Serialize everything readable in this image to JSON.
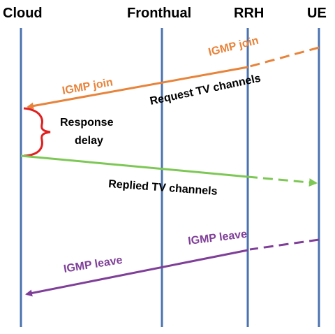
{
  "diagram": {
    "nodes": [
      {
        "id": "cloud",
        "label": "Cloud"
      },
      {
        "id": "fronthual",
        "label": "Fronthual"
      },
      {
        "id": "rrh",
        "label": "RRH"
      },
      {
        "id": "ue",
        "label": "UE"
      }
    ],
    "messages": [
      {
        "id": "igmp-join-ue-rrh",
        "label": "IGMP join",
        "from": "ue",
        "to": "rrh",
        "style": "dashed",
        "color": "#E8833A"
      },
      {
        "id": "igmp-join-rrh-cloud",
        "label": "IGMP join",
        "from": "rrh",
        "to": "cloud",
        "style": "solid",
        "color": "#E8833A"
      },
      {
        "id": "request-tv",
        "label": "Request TV channels",
        "color": "#000000"
      },
      {
        "id": "replied-tv",
        "label": "Replied TV channels",
        "from": "cloud",
        "to": "ue",
        "style": "solid-then-dashed",
        "color": "#7DC855"
      },
      {
        "id": "igmp-leave-ue-rrh",
        "label": "IGMP leave",
        "from": "ue",
        "to": "rrh",
        "style": "dashed",
        "color": "#7F3F98"
      },
      {
        "id": "igmp-leave-rrh-cloud",
        "label": "IGMP leave",
        "from": "rrh",
        "to": "cloud",
        "style": "solid",
        "color": "#7F3F98"
      }
    ],
    "response_delay": {
      "line1": "Response",
      "line2": "delay",
      "brace_color": "#E02020"
    },
    "colors": {
      "lifeline": "#4A72B0",
      "join": "#E8833A",
      "reply": "#7DC855",
      "leave": "#7F3F98"
    }
  }
}
